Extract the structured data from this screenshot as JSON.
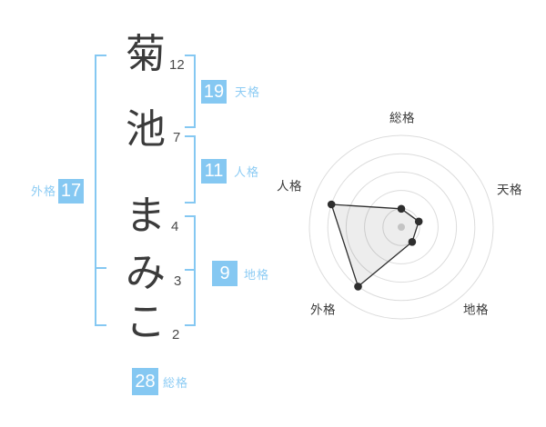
{
  "name_diagram": {
    "characters": [
      {
        "char": "菊",
        "strokes": "12"
      },
      {
        "char": "池",
        "strokes": "7"
      },
      {
        "char": "ま",
        "strokes": "4"
      },
      {
        "char": "み",
        "strokes": "3"
      },
      {
        "char": "こ",
        "strokes": "2"
      }
    ],
    "scores": {
      "tenkaku": {
        "label": "天格",
        "value": "19"
      },
      "jinkaku": {
        "label": "人格",
        "value": "11"
      },
      "chikaku": {
        "label": "地格",
        "value": "9"
      },
      "gaikaku": {
        "label": "外格",
        "value": "17"
      },
      "soukaku": {
        "label": "総格",
        "value": "28"
      }
    }
  },
  "chart_data": {
    "type": "radar",
    "categories": [
      "総格",
      "天格",
      "地格",
      "外格",
      "人格"
    ],
    "values": [
      20,
      20,
      20,
      80,
      80
    ],
    "max": 100,
    "rings": 5,
    "grid_shape": "circle",
    "start": "top",
    "direction": "clockwise",
    "legend": "none"
  },
  "colors": {
    "accent_blue": "#85c8f2",
    "label_blue": "#8dccf4",
    "text_dark": "#3b3b3b",
    "ring_gray": "#dcdcdc",
    "polygon_stroke": "#2e2e2e",
    "polygon_fill": "rgba(0,0,0,0.07)",
    "center_dot_gray": "#c4c4c4"
  }
}
